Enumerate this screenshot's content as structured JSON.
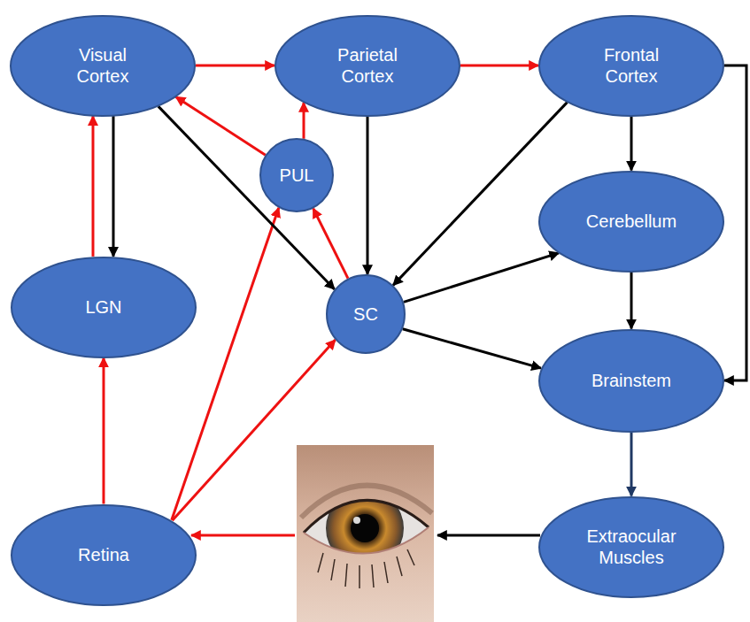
{
  "diagram": {
    "nodes": [
      {
        "text": [
          "Visual Cortex"
        ]
      },
      {
        "text": [
          "Parietal Cortex"
        ]
      },
      {
        "text": [
          "Frontal Cortex"
        ]
      },
      {
        "text": [
          "PUL"
        ]
      },
      {
        "text": [
          "Cerebellum"
        ]
      },
      {
        "text": [
          "LGN"
        ]
      },
      {
        "text": [
          "SC"
        ]
      },
      {
        "text": [
          "Brainstem"
        ]
      },
      {
        "text": [
          "Retina"
        ]
      },
      {
        "text": [
          "Extraocular Muscles"
        ]
      }
    ],
    "edges": [
      {
        "from": 0,
        "to": 1,
        "arrow": "to"
      },
      {
        "from": 1,
        "to": 2,
        "arrow": "to"
      },
      {
        "from": 3,
        "to": 0,
        "arrow": "to"
      },
      {
        "from": 3,
        "to": 1,
        "arrow": "to"
      },
      {
        "from": 5,
        "to": 0,
        "arrow": "to"
      },
      {
        "from": 0,
        "to": 5,
        "arrow": "to"
      },
      {
        "from": 8,
        "to": 5,
        "arrow": "to"
      },
      {
        "from": 8,
        "to": 3,
        "arrow": "to"
      },
      {
        "from": 8,
        "to": 6,
        "arrow": "to"
      },
      {
        "from": 6,
        "to": 3,
        "arrow": "to"
      },
      {
        "from": 0,
        "to": 6,
        "arrow": "to"
      },
      {
        "from": 1,
        "to": 6,
        "arrow": "to"
      },
      {
        "from": 2,
        "to": 6,
        "arrow": "to"
      },
      {
        "from": 2,
        "to": 4,
        "arrow": "to"
      },
      {
        "from": 2,
        "to": 7,
        "arrow": "to"
      },
      {
        "from": 6,
        "to": 4,
        "arrow": "to"
      },
      {
        "from": 6,
        "to": 7,
        "arrow": "to"
      },
      {
        "from": 4,
        "to": 7,
        "arrow": "to"
      },
      {
        "from": 7,
        "to": 9,
        "arrow": "to"
      }
    ]
  }
}
